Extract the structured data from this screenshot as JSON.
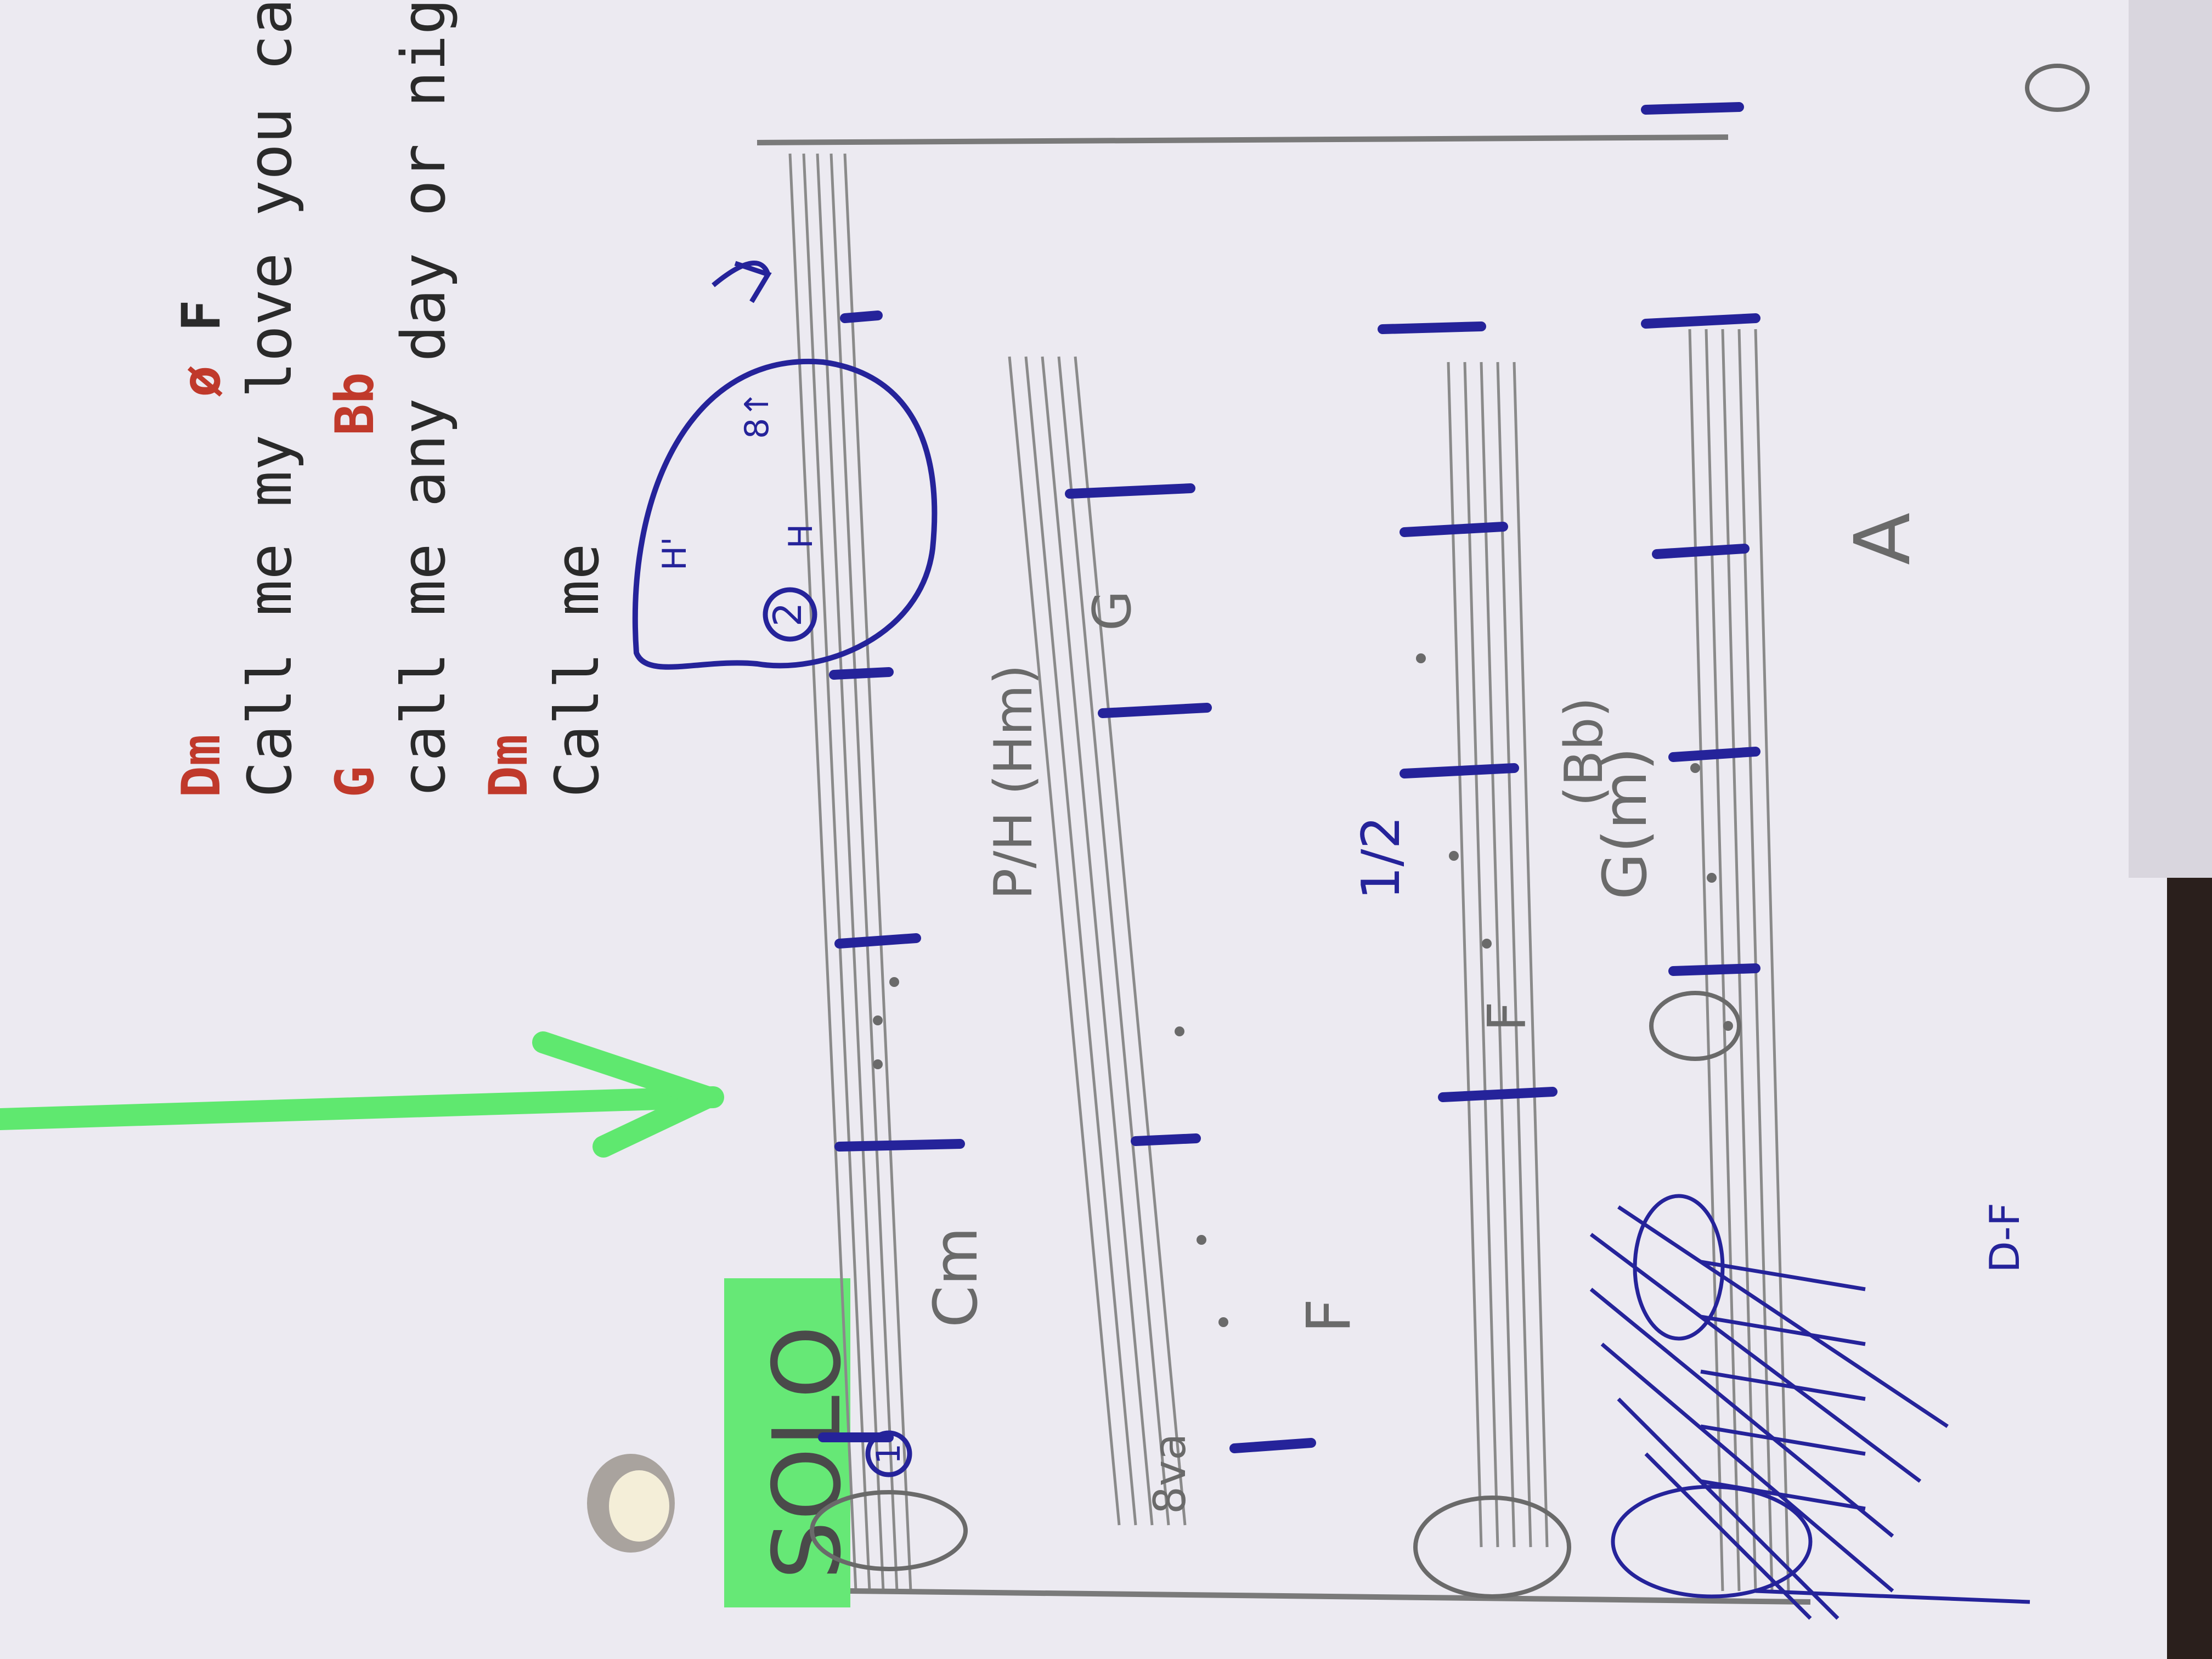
{
  "lyrics": {
    "chords": [
      "Dm",
      "G",
      "Dm"
    ],
    "chord_far_right": [
      "F",
      "Bb"
    ],
    "slashed_chord_mark": "ø",
    "lines": [
      "Call me my love you can",
      "call me any day or night",
      "Call me"
    ]
  },
  "score": {
    "solo_label": "SOLO",
    "ending_1": "1",
    "ending_2": "2",
    "octave_mark": "8va",
    "octave_mark_2": "8↑",
    "chord_marks": [
      "Cm",
      "F",
      "G(m)",
      "(Bb)",
      "F",
      "G",
      "A"
    ],
    "hammer_marks": [
      "H",
      "H'"
    ],
    "technique_mark": "P/H (Hm)",
    "fraction_mark": "1/2",
    "coda_mark": "D-F"
  },
  "colors": {
    "paper": "#eceaf1",
    "chord_red": "#c0392b",
    "pen_blue": "#25239a",
    "highlighter_green": "#5fe86f",
    "pencil": "#8a8a8a"
  }
}
